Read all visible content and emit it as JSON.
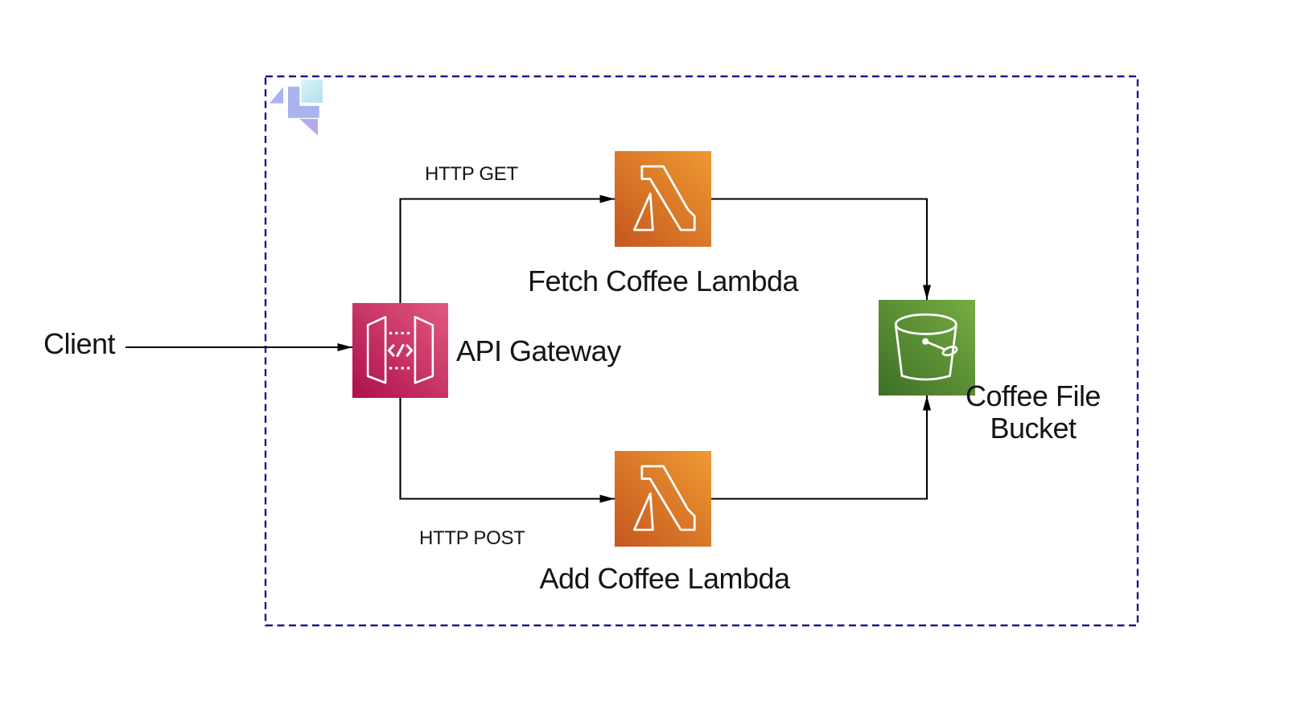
{
  "diagram": {
    "client_label": "Client",
    "api_gateway_label": "API Gateway",
    "fetch_lambda_label": "Fetch Coffee Lambda",
    "add_lambda_label": "Add Coffee Lambda",
    "bucket_label_line1": "Coffee File",
    "bucket_label_line2": "Bucket",
    "http_get_label": "HTTP GET",
    "http_post_label": "HTTP POST"
  },
  "icons": {
    "api_gateway": "api-gateway-icon",
    "fetch_lambda": "lambda-icon",
    "add_lambda": "lambda-icon",
    "bucket": "s3-bucket-icon",
    "logo": "diagram-tool-logo"
  },
  "colors": {
    "text": "#141414",
    "connector": "#000000",
    "border": "#181a8c",
    "apigw-dark": "#ad0f4c",
    "apigw-light": "#e25a80",
    "lambda-dark": "#c5571f",
    "lambda-light": "#ef9a32",
    "bucket-dark": "#3d7026",
    "bucket-light": "#76ad43",
    "logo-periwinkle": "#a9b3ee",
    "logo-cyan-light": "#dbf4f6",
    "logo-cyan-dark": "#aedff0",
    "logo-purple": "#b4a9ee"
  }
}
